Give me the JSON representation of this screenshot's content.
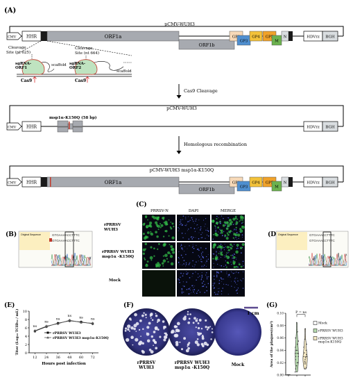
{
  "panel_labels": {
    "a": "(A)",
    "b": "(B)",
    "c": "(C)",
    "d": "(D)",
    "e": "(E)",
    "f": "(F)",
    "g": "(G)"
  },
  "panel_a": {
    "construct1": {
      "title": "pCMV-WUH3",
      "segments": {
        "cmv": "CMV",
        "hhr": "HHR",
        "orf1a": "ORF1a",
        "orf1b": "ORF1b",
        "gp2": "GP2",
        "gp3": "GP3",
        "gp4": "GP4",
        "gp5": "GP5",
        "m": "M",
        "n": "N",
        "hdvrz": "HDVrz",
        "bgh": "BGH"
      }
    },
    "cleavage1": [
      "Cleavage",
      "Site (nt 625)"
    ],
    "cleavage2": [
      "Cleavage",
      "Site (nt 664)"
    ],
    "guide1": [
      "sgRNA-",
      "ORF1"
    ],
    "guide2": [
      "sgRNA-",
      "ORF2"
    ],
    "scaffold": "scaffold",
    "cas9": "Cas9",
    "step1": "Cas9 Cleavage",
    "construct2": {
      "title": "pCMV-WUH3",
      "insert_label": "msp1α-K150Q (58 bp)",
      "cmv": "CMV",
      "hhr": "HHR",
      "hdvrz": "HDVrz",
      "bgh": "BGH"
    },
    "step2": "Homologous recombination",
    "construct3": {
      "title": "pCMV-WUH3 msp1α-K150Q",
      "segments": {
        "cmv": "CMV",
        "hhr": "HHR",
        "orf1a": "ORF1a",
        "orf1b": "ORF1b",
        "gp2": "GP2",
        "gp3": "GP3",
        "gp4": "GP4",
        "gp5": "GP5",
        "m": "M",
        "n": "N",
        "hdvrz": "HDVrz",
        "bgh": "BGH"
      }
    }
  },
  "panel_b": {
    "header": "Original Sequence",
    "bases_top": "GTGAAAACCTTTC",
    "bases_mid": "GTGAAAACCTTTC"
  },
  "panel_d": {
    "header": "Original Sequence",
    "bases_top": "GTGAAACCTTTC",
    "bases_mid": "GTGAAACCTTTC"
  },
  "panel_c": {
    "col_headers": [
      "PRRSV-N",
      "DAPI",
      "MERGE"
    ],
    "row_labels": [
      [
        "rPRRSV",
        "WUH3"
      ],
      [
        "rPRRSV WUH3",
        "msp1α -K150Q"
      ],
      [
        "Mock"
      ]
    ]
  },
  "panel_f": {
    "labels": [
      [
        "rPRRSV",
        "WUH3"
      ],
      [
        "rPRRSV WUH3",
        "msp1α -K150Q"
      ],
      [
        "Mock"
      ]
    ],
    "scale": "1 cm"
  },
  "colors": {
    "orf": "#a7aab0",
    "gp2": "#f7d9b8",
    "gp3": "#4f8fd0",
    "gp4": "#f3c23a",
    "gp5": "#f0a22a",
    "m": "#6cb24f",
    "n": "#d9dde0",
    "dark": "#1a1a1a",
    "line_a": "#000000",
    "line_b": "#555555",
    "plaque": "#3b3c8a"
  },
  "chart_data": [
    {
      "type": "line",
      "xlabel": "Hours post infection",
      "ylabel": "Titer (Log₁₀ TCID₅₀ / mL)",
      "x": [
        12,
        24,
        36,
        48,
        60,
        72
      ],
      "ylim": [
        0,
        10
      ],
      "yticks": [
        "0",
        "2",
        "4",
        "6",
        "8",
        "10"
      ],
      "annotations": [
        "ns",
        "ns",
        "ns",
        "ns",
        "ns",
        "ns"
      ],
      "series": [
        {
          "name": "rPRRSV WUH3",
          "values": [
            5.2,
            6.3,
            7.1,
            7.7,
            7.4,
            7.0
          ]
        },
        {
          "name": "rPRRSV WUH3 msp1α-K150Q",
          "values": [
            5.3,
            6.4,
            7.0,
            7.8,
            7.3,
            7.1
          ]
        }
      ]
    },
    {
      "type": "violin",
      "ylabel": "Area of the plaques(cm²)",
      "ylim": [
        0,
        0.1
      ],
      "yticks": [
        "0.00",
        "0.02",
        "0.04",
        "0.06",
        "0.08",
        "0.10"
      ],
      "annotation": "P = ns",
      "series": [
        {
          "name": "Mock",
          "values": [
            0.0,
            0.0,
            0.0,
            0.0
          ]
        },
        {
          "name": "rPRRSV WUH3",
          "values": [
            0.005,
            0.01,
            0.015,
            0.02,
            0.02,
            0.025,
            0.03,
            0.03,
            0.035,
            0.04,
            0.04,
            0.045,
            0.05,
            0.055,
            0.06,
            0.07,
            0.085
          ]
        },
        {
          "name": "rPRRSV WUH3 msp1α-K150Q",
          "values": [
            0.01,
            0.012,
            0.018,
            0.02,
            0.022,
            0.025,
            0.028,
            0.03,
            0.033,
            0.036,
            0.04,
            0.045,
            0.05,
            0.058,
            0.075
          ]
        }
      ]
    }
  ]
}
